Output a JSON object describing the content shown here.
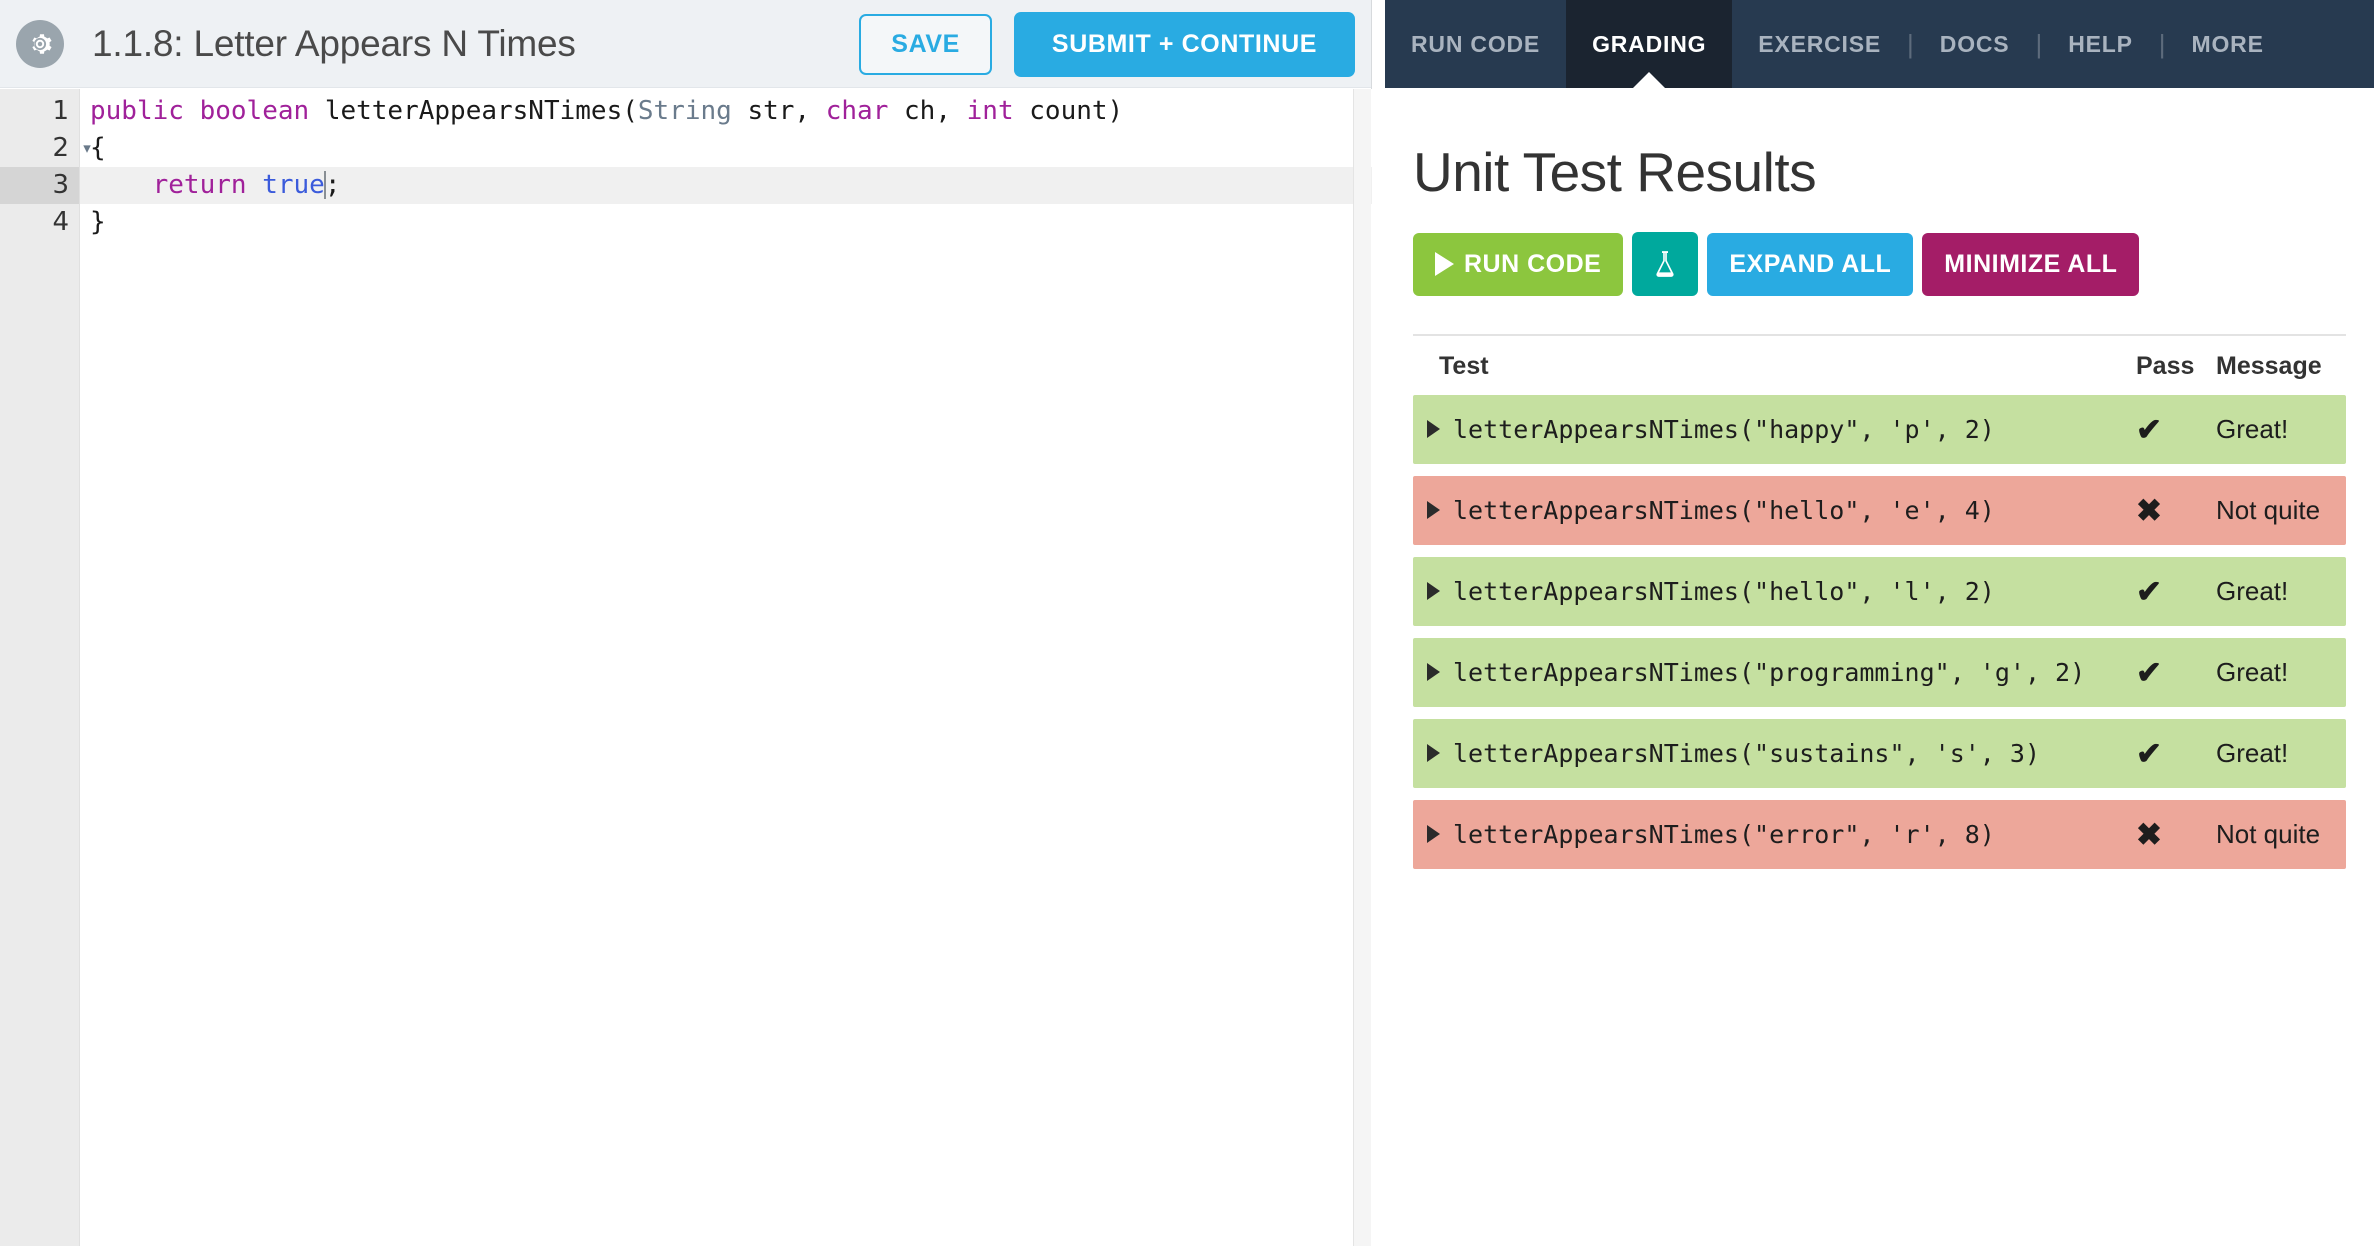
{
  "editor": {
    "gear_icon": "gear-icon",
    "title": "1.1.8: Letter Appears N Times",
    "save_label": "SAVE",
    "submit_label": "SUBMIT + CONTINUE",
    "line_numbers": [
      "1",
      "2",
      "3",
      "4"
    ],
    "fold_marker": "▾",
    "code": {
      "line1": {
        "kw1": "public",
        "kw2": "boolean",
        "name": "letterAppearsNTimes(",
        "type1": "String",
        "arg1": " str, ",
        "type2": "char",
        "arg2": " ch, ",
        "type3": "int",
        "arg3": " count)"
      },
      "line2": "{",
      "line3": {
        "kw": "    return ",
        "bool": "true",
        "semi": ";"
      },
      "line4": "}"
    }
  },
  "top_nav": {
    "tabs": [
      {
        "label": "RUN CODE",
        "active": false
      },
      {
        "label": "GRADING",
        "active": true
      },
      {
        "label": "EXERCISE",
        "active": false
      },
      {
        "label": "DOCS",
        "active": false
      },
      {
        "label": "HELP",
        "active": false
      },
      {
        "label": "MORE",
        "active": false
      }
    ],
    "separator": "|"
  },
  "grading": {
    "title": "Unit Test Results",
    "actions": {
      "run_code": "RUN CODE",
      "flask_icon": "flask-icon",
      "expand_all": "EXPAND ALL",
      "minimize_all": "MINIMIZE ALL"
    },
    "columns": {
      "test": "Test",
      "pass": "Pass",
      "message": "Message"
    },
    "rows": [
      {
        "test": "letterAppearsNTimes(\"happy\", 'p', 2)",
        "pass": "✔",
        "message": "Great!",
        "status": "pass"
      },
      {
        "test": "letterAppearsNTimes(\"hello\", 'e', 4)",
        "pass": "✖",
        "message": "Not quite",
        "status": "fail"
      },
      {
        "test": "letterAppearsNTimes(\"hello\", 'l', 2)",
        "pass": "✔",
        "message": "Great!",
        "status": "pass"
      },
      {
        "test": "letterAppearsNTimes(\"programming\", 'g', 2)",
        "pass": "✔",
        "message": "Great!",
        "status": "pass"
      },
      {
        "test": "letterAppearsNTimes(\"sustains\", 's', 3)",
        "pass": "✔",
        "message": "Great!",
        "status": "pass"
      },
      {
        "test": "letterAppearsNTimes(\"error\", 'r', 8)",
        "pass": "✖",
        "message": "Not quite",
        "status": "fail"
      }
    ]
  },
  "colors": {
    "brand_blue": "#29abe2",
    "nav_dark": "#273a50",
    "nav_active": "#1b2430",
    "pass_green": "#c5e0a0",
    "fail_red": "#eda79a",
    "run_green": "#8cc63e",
    "flask_teal": "#00a99d",
    "minimize_magenta": "#a41d67",
    "header_bg": "#eef1f4"
  }
}
